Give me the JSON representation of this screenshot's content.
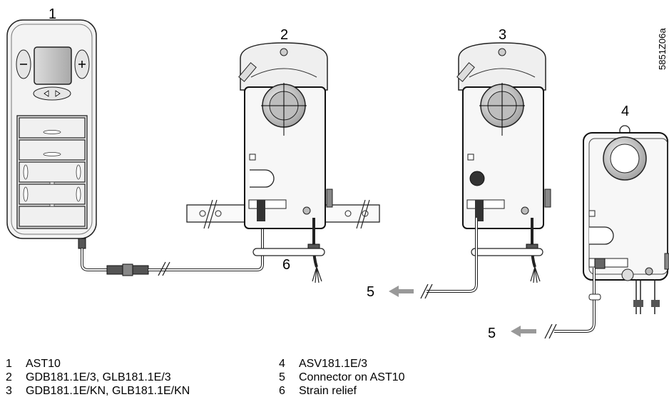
{
  "diagram": {
    "doc_id": "5851Z06a",
    "callouts": [
      "1",
      "2",
      "3",
      "4",
      "5",
      "5",
      "6"
    ]
  },
  "legend": {
    "left": [
      {
        "num": "1",
        "text": "AST10"
      },
      {
        "num": "2",
        "text": "GDB181.1E/3, GLB181.1E/3"
      },
      {
        "num": "3",
        "text": "GDB181.1E/KN, GLB181.1E/KN"
      }
    ],
    "right": [
      {
        "num": "4",
        "text": "ASV181.1E/3"
      },
      {
        "num": "5",
        "text": "Connector on AST10"
      },
      {
        "num": "6",
        "text": "Strain relief"
      }
    ]
  }
}
